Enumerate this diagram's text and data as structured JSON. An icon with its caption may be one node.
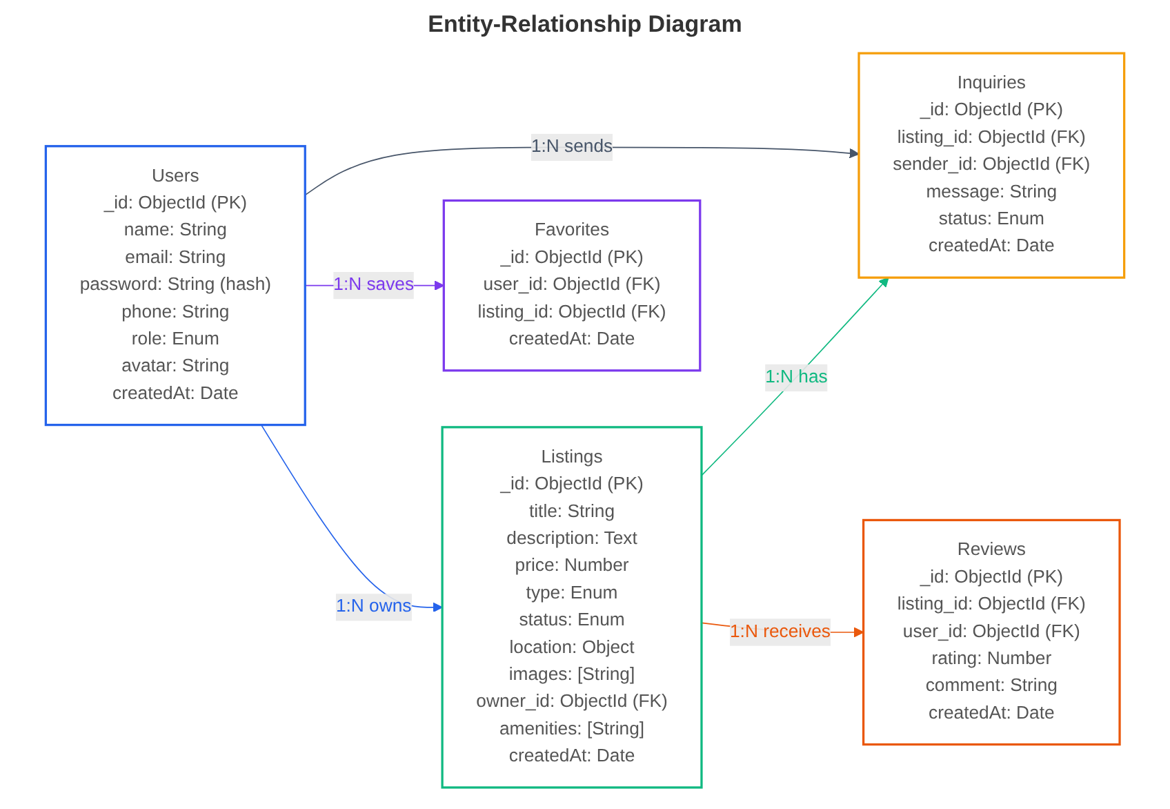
{
  "diagram": {
    "title": "Entity-Relationship Diagram",
    "nodes": [
      {
        "text": [
          "Users",
          "_id: ObjectId (PK)",
          "name: String",
          "email: String",
          "password: String (hash)",
          "phone: String",
          "role: Enum",
          "avatar: String",
          "createdAt: Date"
        ]
      },
      {
        "text": [
          "Listings",
          "_id: ObjectId (PK)",
          "title: String",
          "description: Text",
          "price: Number",
          "type: Enum",
          "status: Enum",
          "location: Object",
          "images: [String]",
          "owner_id: ObjectId (FK)",
          "amenities: [String]",
          "createdAt: Date"
        ]
      },
      {
        "text": [
          "Inquiries",
          "_id: ObjectId (PK)",
          "listing_id: ObjectId (FK)",
          "sender_id: ObjectId (FK)",
          "message: String",
          "status: Enum",
          "createdAt: Date"
        ]
      },
      {
        "text": [
          "Favorites",
          "_id: ObjectId (PK)",
          "user_id: ObjectId (FK)",
          "listing_id: ObjectId (FK)",
          "createdAt: Date"
        ]
      },
      {
        "text": [
          "Reviews",
          "_id: ObjectId (PK)",
          "listing_id: ObjectId (FK)",
          "user_id: ObjectId (FK)",
          "rating: Number",
          "comment: String",
          "createdAt: Date"
        ]
      }
    ],
    "edges": [
      {
        "from": 0,
        "to": 1,
        "arrow": "to",
        "label": "1:N owns",
        "color": "#2563eb"
      },
      {
        "from": 1,
        "to": 2,
        "arrow": "to",
        "label": "1:N has",
        "color": "#10b981"
      },
      {
        "from": 0,
        "to": 2,
        "arrow": "to",
        "label": "1:N sends",
        "color": "#475569"
      },
      {
        "from": 0,
        "to": 3,
        "arrow": "to",
        "label": "1:N saves",
        "color": "#7c3aed"
      },
      {
        "from": 1,
        "to": 4,
        "arrow": "to",
        "label": "1:N receives",
        "color": "#ea580c"
      }
    ]
  }
}
